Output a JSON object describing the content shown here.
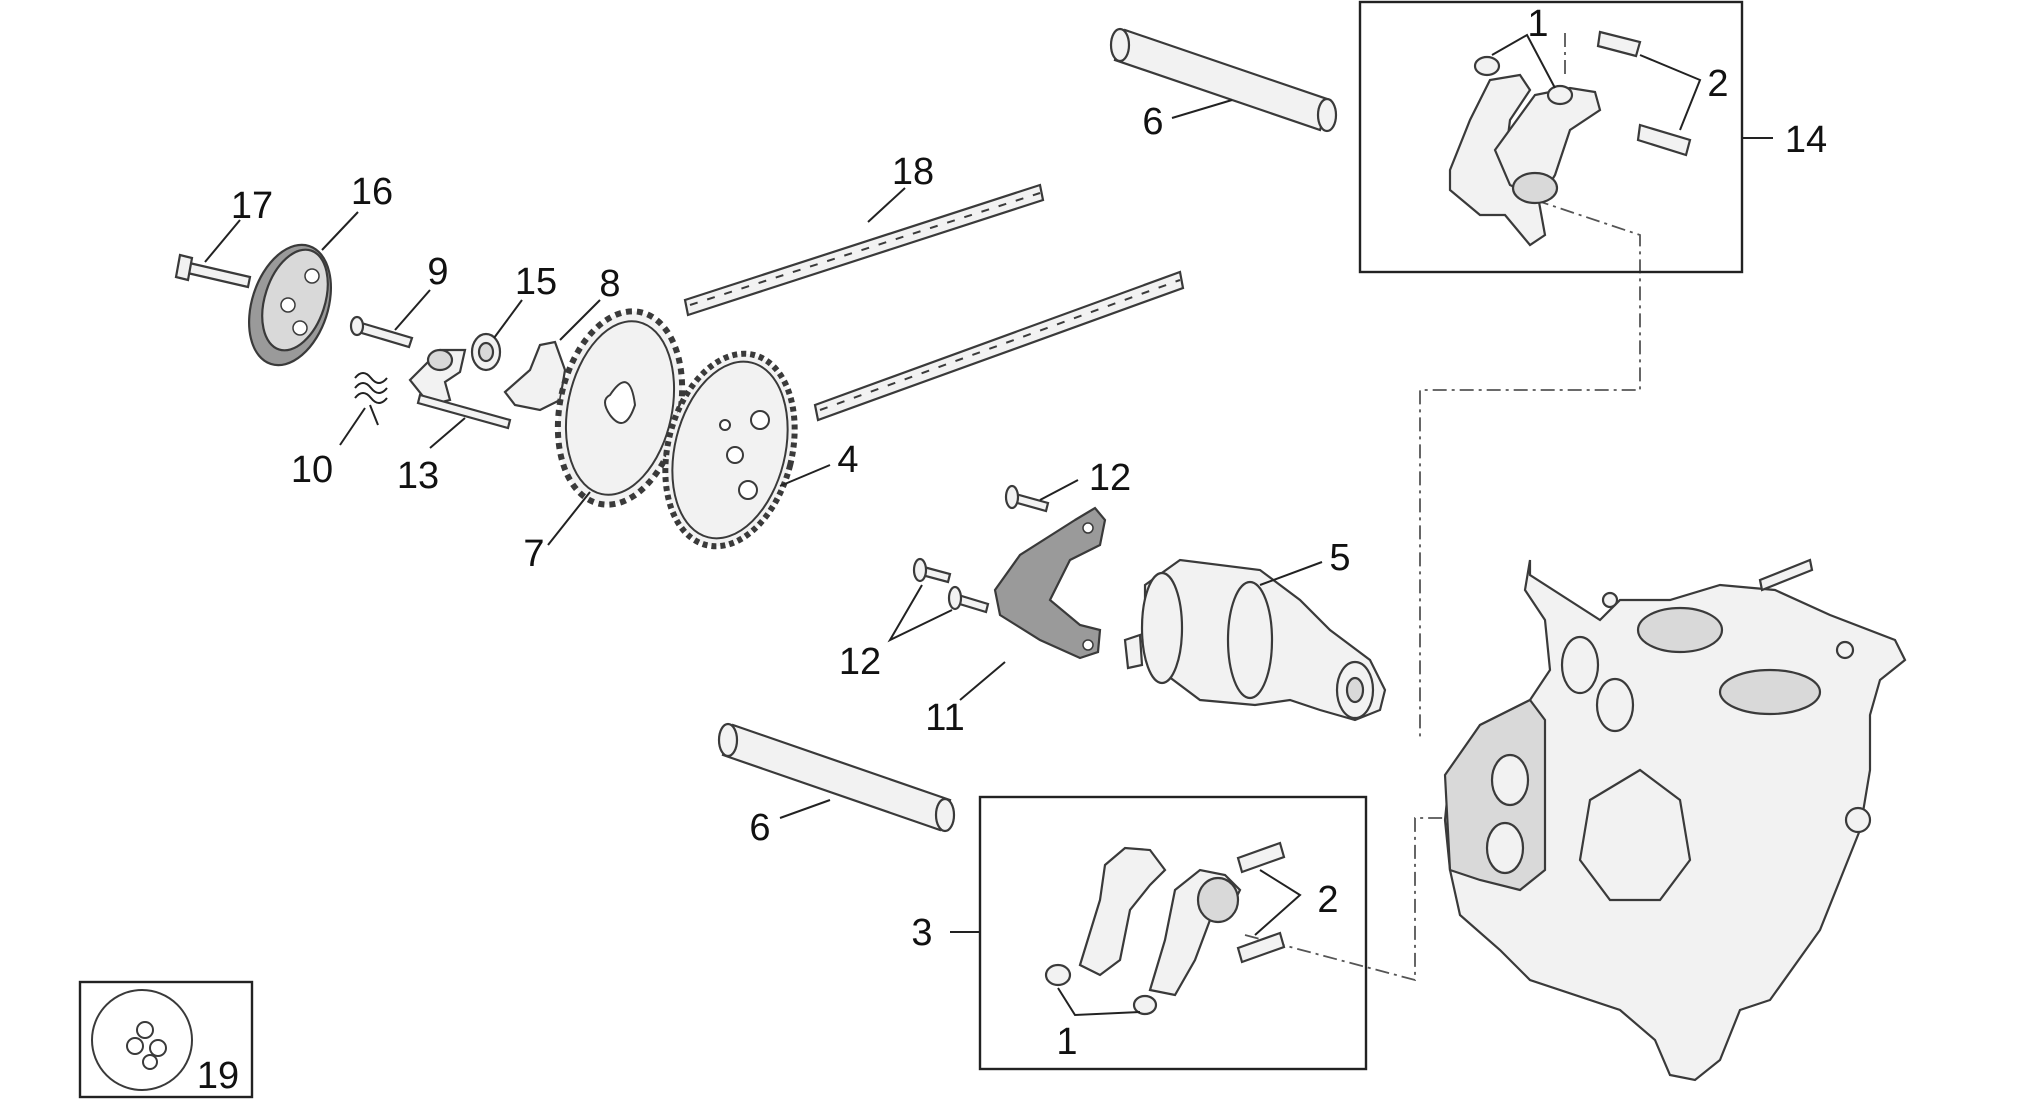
{
  "callouts": {
    "c1_top": "1",
    "c2_top": "2",
    "c14": "14",
    "c6_top": "6",
    "c18": "18",
    "c17": "17",
    "c16": "16",
    "c9": "9",
    "c15": "15",
    "c8": "8",
    "c10": "10",
    "c13": "13",
    "c7": "7",
    "c4": "4",
    "c12_top": "12",
    "c5": "5",
    "c12_left": "12",
    "c11": "11",
    "c6_bottom": "6",
    "c3": "3",
    "c2_bottom": "2",
    "c1_bottom": "1",
    "c19": "19"
  }
}
